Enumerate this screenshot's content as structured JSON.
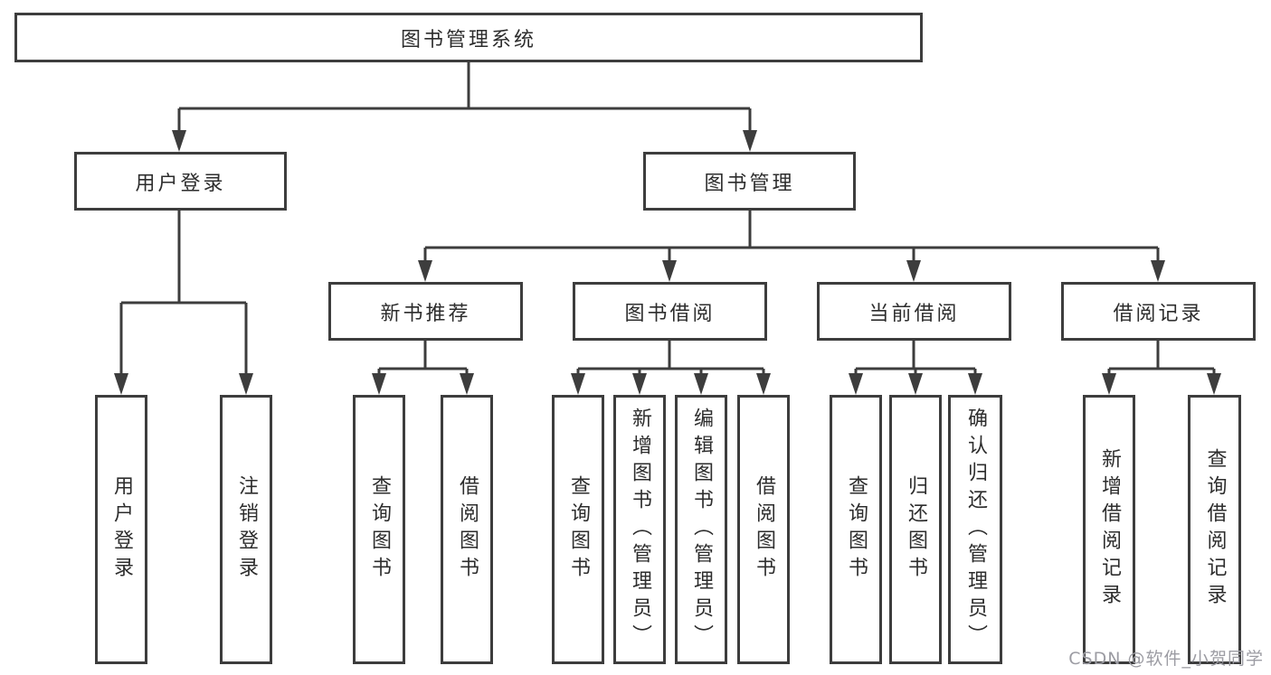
{
  "tree": {
    "label": "图书管理系统",
    "children": [
      {
        "label": "用户登录",
        "children": [
          {
            "label": "用户登录"
          },
          {
            "label": "注销登录"
          }
        ]
      },
      {
        "label": "图书管理",
        "children": [
          {
            "label": "新书推荐",
            "children": [
              {
                "label": "查询图书"
              },
              {
                "label": "借阅图书"
              }
            ]
          },
          {
            "label": "图书借阅",
            "children": [
              {
                "label": "查询图书"
              },
              {
                "label": "新增图书（管理员）"
              },
              {
                "label": "编辑图书（管理员）"
              },
              {
                "label": "借阅图书"
              }
            ]
          },
          {
            "label": "当前借阅",
            "children": [
              {
                "label": "查询图书"
              },
              {
                "label": "归还图书"
              },
              {
                "label": "确认归还（管理员）"
              }
            ]
          },
          {
            "label": "借阅记录",
            "children": [
              {
                "label": "新增借阅记录"
              },
              {
                "label": "查询借阅记录"
              }
            ]
          }
        ]
      }
    ]
  },
  "watermark": {
    "text": "CSDN @软件_小贺同学"
  },
  "colors": {
    "line": "#3d3d3d",
    "box_border": "#3d3d3d",
    "text": "#2d2d2d",
    "watermark": "#9c9ca3",
    "background": "#ffffff"
  }
}
